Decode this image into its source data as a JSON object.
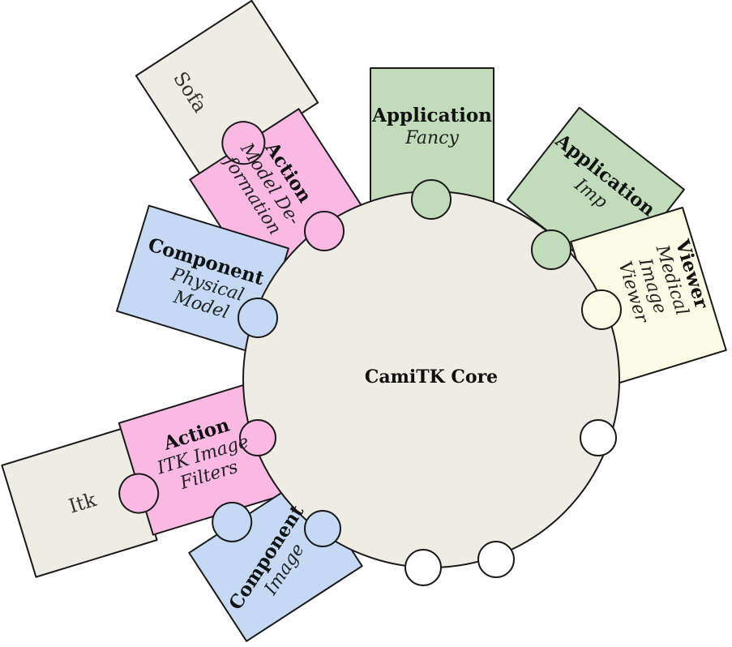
{
  "core": {
    "label": "CamiTK Core"
  },
  "colors": {
    "core": "#efece6",
    "action": "#f9b9e3",
    "component": "#c5d9f5",
    "application": "#c1dbbb",
    "viewer": "#fbfbe5",
    "external": "#efece6"
  },
  "pieces": {
    "app_fancy": {
      "title": "Application",
      "sub": "Fancy"
    },
    "app_imp": {
      "title": "Application",
      "sub": "Imp"
    },
    "viewer_medical": {
      "title": "Viewer",
      "sub1": "Medical",
      "sub2": "Image",
      "sub3": "Viewer"
    },
    "action_model": {
      "title": "Action",
      "sub1": "Model De-",
      "sub2": "formation"
    },
    "sofa": {
      "label": "Sofa"
    },
    "component_physical": {
      "title": "Component",
      "sub1": "Physical",
      "sub2": "Model"
    },
    "action_itk": {
      "title": "Action",
      "sub1": "ITK Image",
      "sub2": "Filters"
    },
    "itk": {
      "label": "Itk"
    },
    "component_image": {
      "title": "Component",
      "sub": "Image"
    }
  }
}
